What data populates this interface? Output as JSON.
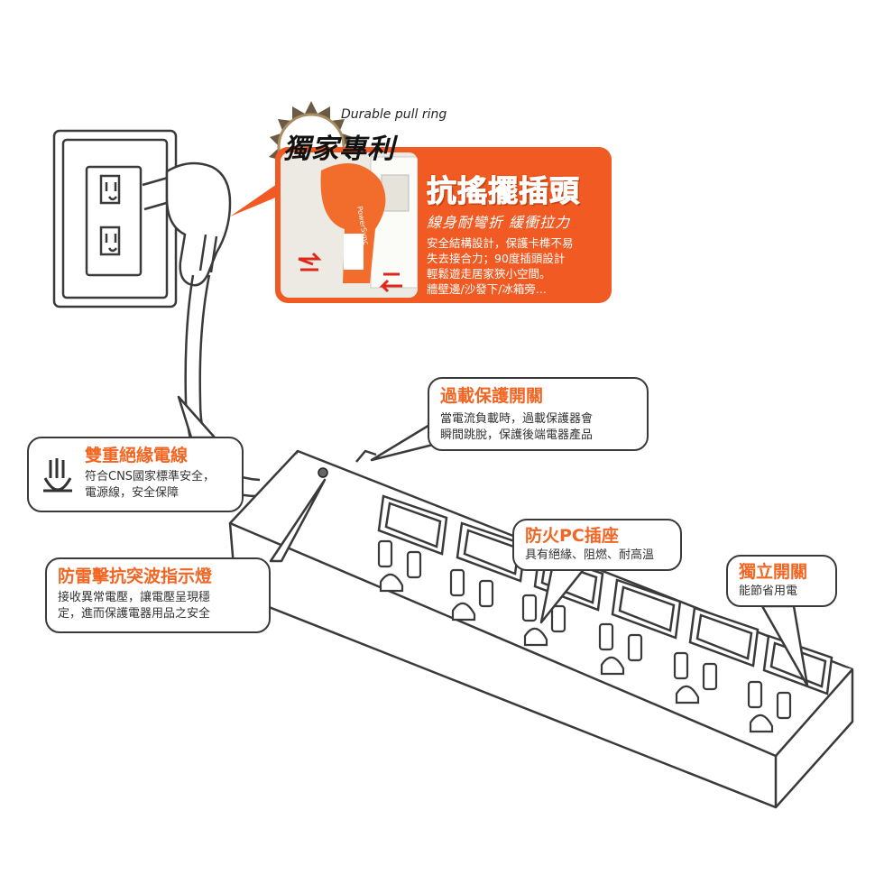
{
  "colors": {
    "accent": "#f26522",
    "outline": "#3a3a3a",
    "promo_bg": "#f15a22"
  },
  "badge": {
    "caption": "Durable pull ring",
    "title": "獨家專利"
  },
  "promo": {
    "title": "抗搖擺插頭",
    "subtitle": "線身耐彎折 緩衝拉力",
    "body": [
      "安全結構設計，保護卡榫不易",
      "失去接合力；90度插頭設計",
      "輕鬆遊走居家狹小空間。",
      "牆壁邊/沙發下/冰箱旁..."
    ],
    "plug_brand": "PowerSync"
  },
  "callouts": {
    "overload": {
      "title": "過載保護開關",
      "lines": [
        "當電流負載時，過載保護器會",
        "瞬間跳脫，保護後端電器產品"
      ]
    },
    "cable": {
      "title": "雙重絕緣電線",
      "lines": [
        "符合CNS國家標準安全，",
        "電源線，安全保障"
      ]
    },
    "fireproof": {
      "title": "防火PC插座",
      "lines": [
        "具有絕緣、阻燃、耐高溫"
      ]
    },
    "switch": {
      "title": "獨立開關",
      "lines": [
        "能節省用電"
      ]
    },
    "surge": {
      "title": "防雷擊抗突波指示燈",
      "lines": [
        "接收異常電壓，讓電壓呈現穩",
        "定，進而保護電器用品之安全"
      ]
    }
  }
}
